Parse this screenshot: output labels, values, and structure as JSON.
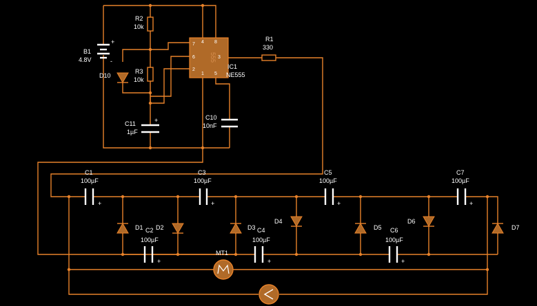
{
  "components": {
    "b1": {
      "ref": "B1",
      "value": "4.8V"
    },
    "r2": {
      "ref": "R2",
      "value": "10k"
    },
    "r3": {
      "ref": "R3",
      "value": "10k"
    },
    "d10": {
      "ref": "D10"
    },
    "r1": {
      "ref": "R1",
      "value": "330"
    },
    "ic1": {
      "ref": "IC1",
      "value": "NE555",
      "body_text": "555",
      "pins": [
        "7",
        "4",
        "8",
        "6",
        "3",
        "2",
        "1",
        "5"
      ]
    },
    "c11": {
      "ref": "C11",
      "value": "1µF"
    },
    "c10": {
      "ref": "C10",
      "value": "10nF"
    },
    "c1": {
      "ref": "C1",
      "value": "100µF"
    },
    "c2": {
      "ref": "C2",
      "value": "100µF"
    },
    "c3": {
      "ref": "C3",
      "value": "100µF"
    },
    "c4": {
      "ref": "C4",
      "value": "100µF"
    },
    "c5": {
      "ref": "C5",
      "value": "100µF"
    },
    "c6": {
      "ref": "C6",
      "value": "100µF"
    },
    "c7": {
      "ref": "C7",
      "value": "100µF"
    },
    "d1": {
      "ref": "D1"
    },
    "d2": {
      "ref": "D2"
    },
    "d3": {
      "ref": "D3"
    },
    "d4": {
      "ref": "D4"
    },
    "d5": {
      "ref": "D5"
    },
    "d6": {
      "ref": "D6"
    },
    "d7": {
      "ref": "D7"
    },
    "mt1": {
      "ref": "MT1"
    }
  },
  "polarity": {
    "plus": "+",
    "minus": "-"
  },
  "colors": {
    "wire": "#e8822a",
    "background": "#000000",
    "text": "#ffffff",
    "ic_body": "#b06a28"
  }
}
